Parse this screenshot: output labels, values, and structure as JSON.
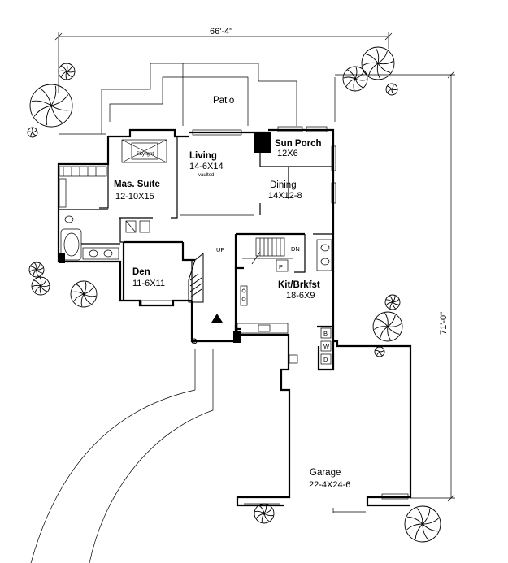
{
  "plan": {
    "overall_width": "66'-4\"",
    "overall_depth": "71'-0\"",
    "rooms": {
      "patio": {
        "name": "Patio"
      },
      "sun_porch": {
        "name": "Sun Porch",
        "dims": "12X6"
      },
      "living": {
        "name": "Living",
        "dims": "14-6X14",
        "note": "vaulted"
      },
      "master_suite": {
        "name": "Mas. Suite",
        "dims": "12-10X15",
        "skylight": "Skylight"
      },
      "dining": {
        "name": "Dining",
        "dims": "14X12-8"
      },
      "den": {
        "name": "Den",
        "dims": "11-6X11"
      },
      "kitchen": {
        "name": "Kit/Brkfst",
        "dims": "18-6X9"
      },
      "garage": {
        "name": "Garage",
        "dims": "22-4X24-6"
      }
    },
    "markers": {
      "stair_up": "UP",
      "stair_down": "DN",
      "pantry": "P",
      "laundry_b": "B",
      "laundry_w": "W",
      "laundry_d": "D"
    }
  }
}
